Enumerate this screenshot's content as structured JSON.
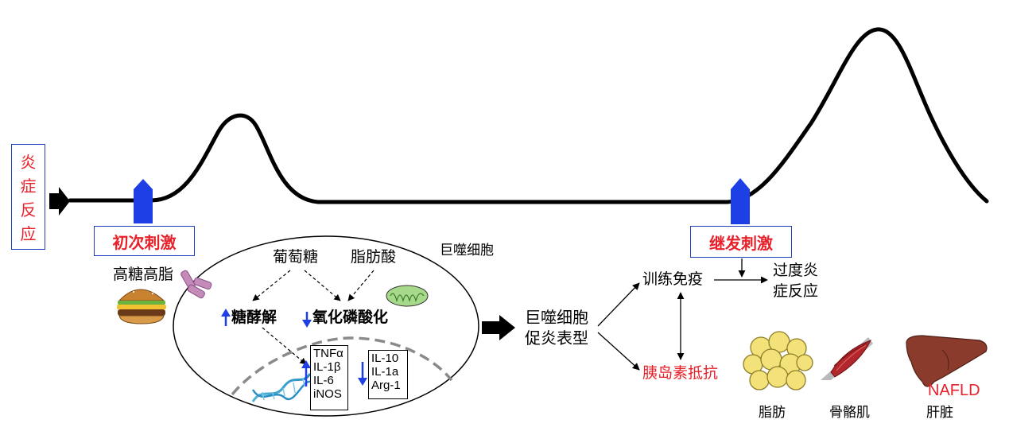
{
  "response_axis": {
    "chars": [
      "炎",
      "症",
      "反",
      "应"
    ]
  },
  "stimuli": {
    "primary": "初次刺激",
    "secondary": "继发刺激"
  },
  "inputs": {
    "diet": "高糖高脂",
    "glucose": "葡萄糖",
    "fatty_acid": "脂肪酸"
  },
  "cell": {
    "name": "巨噬细胞",
    "glycolysis": "糖酵解",
    "oxphos": "氧化磷酸化",
    "up_cytokines": [
      "TNFα",
      "IL-1β",
      "IL-6",
      "iNOS"
    ],
    "down_cytokines": [
      "IL-10",
      "IL-1a",
      "Arg-1"
    ]
  },
  "outcome": {
    "phenotype_line1": "巨噬细胞",
    "phenotype_line2": "促炎表型",
    "trained_immunity": "训练免疫",
    "insulin_resistance": "胰岛素抵抗",
    "excess_line1": "过度炎",
    "excess_line2": "症反应"
  },
  "tissues": {
    "adipose": "脂肪",
    "muscle": "骨骼肌",
    "liver": "肝脏",
    "nafld": "NAFLD"
  },
  "colors": {
    "blue_marker": "#1f3fe6",
    "red_text": "#e8202a",
    "liver": "#8a3b2c",
    "fat": "#f3e27a",
    "mito": "#a6d98a"
  }
}
